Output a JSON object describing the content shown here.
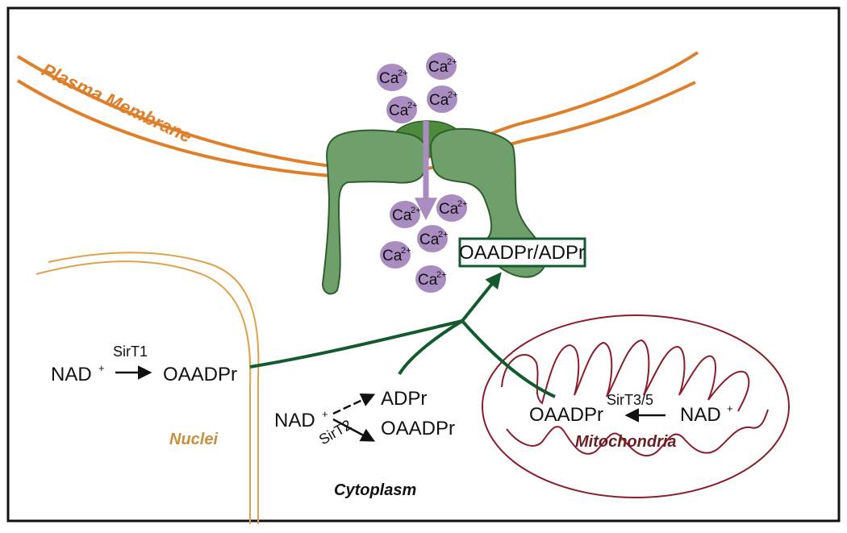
{
  "colors": {
    "membrane": "#e07f2a",
    "nucleus": "#e1a04a",
    "channel_fill": "#6fa06c",
    "channel_stroke": "#2f5f2d",
    "channel_pore": "#4e8a3d",
    "arrow_green": "#145a30",
    "calcium": "#a98cc0",
    "calcium_arrow": "#a98cc0",
    "mito": "#8b1d2b",
    "mito_label": "#6b1f22",
    "nuclei_label": "#c8903c"
  },
  "labels": {
    "plasma_membrane": "Plasma Membrane",
    "nuclei": "Nuclei",
    "mitochondria": "Mitochondria",
    "cytoplasm": "Cytoplasm",
    "product_box": "OAADPr/ADPr"
  },
  "calcium_ions": {
    "symbol": "Ca",
    "charge": "2+"
  },
  "nucleus_reaction": {
    "substrate": "NAD",
    "substrate_charge": "+",
    "enzyme": "SirT1",
    "product": "OAADPr"
  },
  "cytoplasm_reaction": {
    "substrate": "NAD",
    "substrate_charge": "+",
    "enzyme": "SirT2",
    "product_1": "ADPr",
    "product_2": "OAADPr"
  },
  "mito_reaction": {
    "substrate": "NAD",
    "substrate_charge": "+",
    "enzyme": "SirT3/5",
    "product": "OAADPr"
  },
  "icons": {
    "channel": "trpm2-channel-icon",
    "mitochondrion": "mitochondrion-icon",
    "nucleus": "nuclear-envelope-icon",
    "calcium": "calcium-ion-icon"
  }
}
